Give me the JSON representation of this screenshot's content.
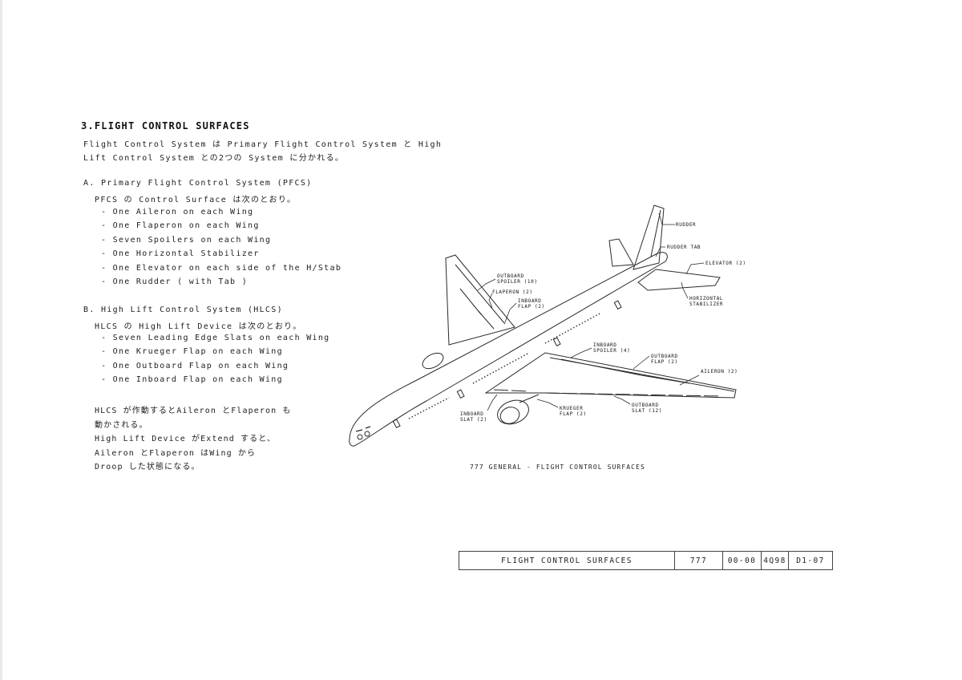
{
  "section": {
    "title": "3.FLIGHT  CONTROL  SURFACES",
    "intro_line1": "Flight Control System は Primary Flight Control System と High",
    "intro_line2": "Lift Control System との2つの System に分かれる。"
  },
  "primary": {
    "heading": "A. Primary Flight Control System (PFCS)",
    "intro": "PFCS の Control Surface は次のとおり。",
    "items": [
      "- One Aileron on each Wing",
      "- One Flaperon on each Wing",
      "- Seven Spoilers on each Wing",
      "- One Horizontal Stabilizer",
      "- One Elevator on each side of the H/Stab",
      "- One Rudder ( with Tab )"
    ]
  },
  "high_lift": {
    "heading": "B. High Lift Control System (HLCS)",
    "intro": "HLCS の High Lift Device は次のとおり。",
    "items": [
      "- Seven Leading Edge Slats on each Wing",
      "- One Krueger Flap on each Wing",
      "- One Outboard Flap on each Wing",
      "- One Inboard Flap on each Wing"
    ]
  },
  "note": {
    "lines": [
      "HLCS が作動するとAileron とFlaperon も",
      "動かされる。",
      "High Lift Device がExtend すると、",
      "Aileron とFlaperon はWing から",
      "Droop した状態になる。"
    ]
  },
  "figure": {
    "callouts": {
      "rudder": "RUDDER",
      "rudder_tab": "RUDDER TAB",
      "elevator": "ELEVATOR (2)",
      "horiz_stab_1": "HORIZONTAL",
      "horiz_stab_2": "STABILIZER",
      "ob_spoiler_1": "OUTBOARD",
      "ob_spoiler_2": "SPOILER (10)",
      "flaperon": "FLAPERON (2)",
      "ib_flap_1": "INBOARD",
      "ib_flap_2": "FLAP (2)",
      "ib_spoiler_1": "INBOARD",
      "ib_spoiler_2": "SPOILER (4)",
      "ob_flap_1": "OUTBOARD",
      "ob_flap_2": "FLAP (2)",
      "aileron": "AILERON (2)",
      "ib_slat_1": "INBOARD",
      "ib_slat_2": "SLAT (2)",
      "krueger_1": "KRUEGER",
      "krueger_2": "FLAP (2)",
      "ob_slat_1": "OUTBOARD",
      "ob_slat_2": "SLAT (12)"
    },
    "caption": "777 GENERAL - FLIGHT CONTROL SURFACES"
  },
  "footer": {
    "title": "FLIGHT CONTROL SURFACES",
    "model": "777",
    "ata": "00-00",
    "revision": "4Q98",
    "page": "D1-07"
  }
}
